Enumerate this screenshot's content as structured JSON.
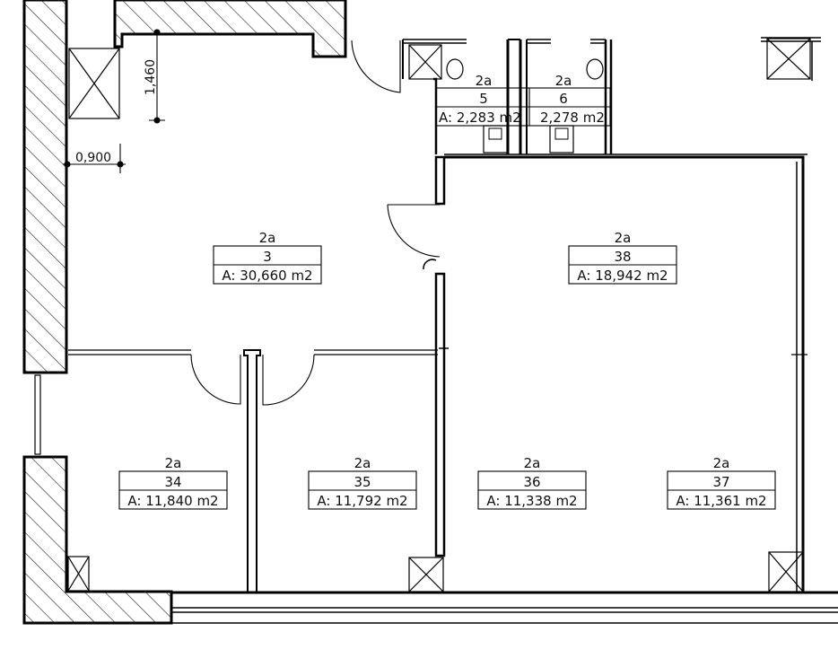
{
  "drawing": {
    "dimensions": [
      {
        "id": "dim-1460",
        "text": "1,460"
      },
      {
        "id": "dim-0900",
        "text": "0,900"
      }
    ],
    "rooms": [
      {
        "id": "room-5",
        "zone": "2a",
        "number": "5",
        "area": "A: 2,283 m2"
      },
      {
        "id": "room-6",
        "zone": "2a",
        "number": "6",
        "area": "2,278 m2"
      },
      {
        "id": "room-3",
        "zone": "2a",
        "number": "3",
        "area": "A: 30,660 m2"
      },
      {
        "id": "room-38",
        "zone": "2a",
        "number": "38",
        "area": "A: 18,942 m2"
      },
      {
        "id": "room-34",
        "zone": "2a",
        "number": "34",
        "area": "A: 11,840 m2"
      },
      {
        "id": "room-35",
        "zone": "2a",
        "number": "35",
        "area": "A: 11,792 m2"
      },
      {
        "id": "room-36",
        "zone": "2a",
        "number": "36",
        "area": "A: 11,338 m2"
      },
      {
        "id": "room-37",
        "zone": "2a",
        "number": "37",
        "area": "A: 11,361 m2"
      }
    ]
  }
}
